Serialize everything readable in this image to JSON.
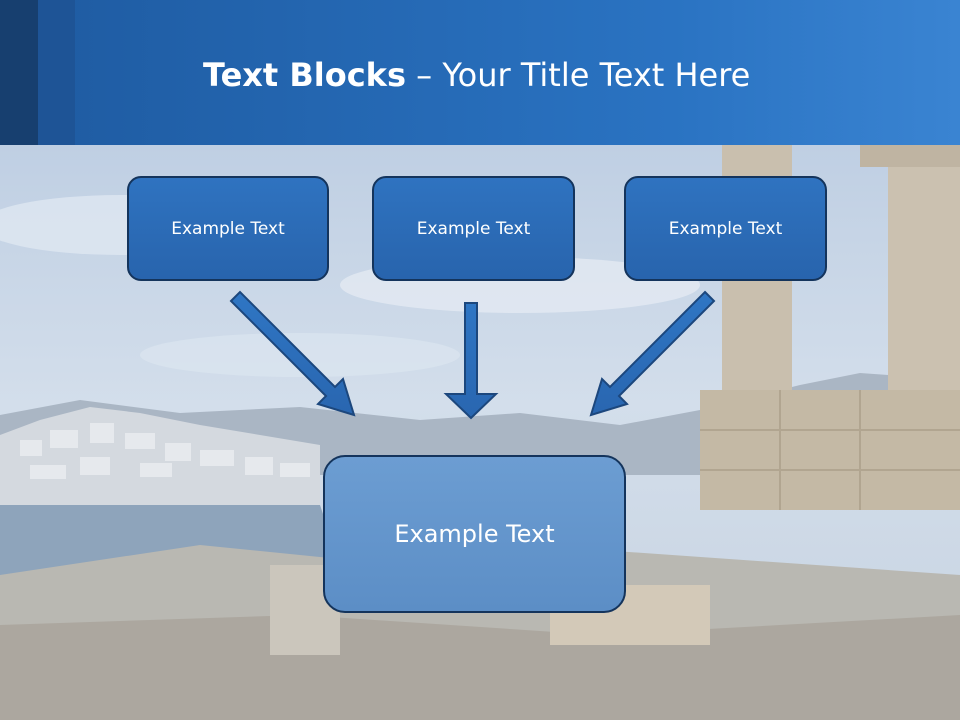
{
  "title": {
    "bold": "Text Blocks",
    "rest": " – Your Title Text Here"
  },
  "blocks": [
    {
      "label": "Example Text"
    },
    {
      "label": "Example Text"
    },
    {
      "label": "Example Text"
    }
  ],
  "main_block": {
    "label": "Example Text"
  },
  "colors": {
    "header": "#2a73c2",
    "box": "#2a6bb5",
    "box_border": "#14345c",
    "main_box": "#6495cc"
  }
}
